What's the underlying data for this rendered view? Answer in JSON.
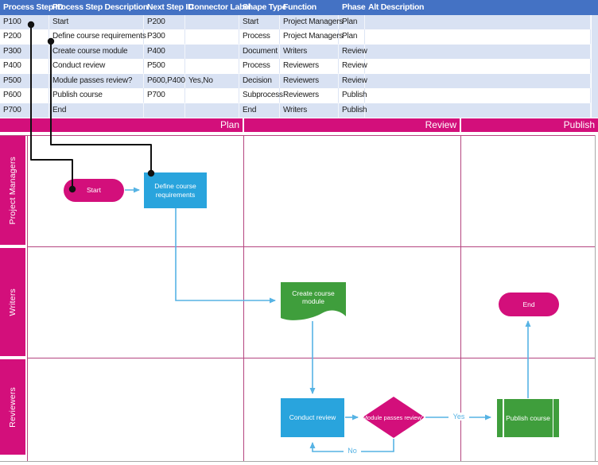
{
  "table": {
    "columns": [
      "Process Step ID",
      "Process Step Description",
      "Next Step ID",
      "Connector Label",
      "Shape Type",
      "Function",
      "Phase",
      "Alt Description"
    ],
    "rows": [
      [
        "P100",
        "Start",
        "P200",
        "",
        "Start",
        "Project Managers",
        "Plan",
        ""
      ],
      [
        "P200",
        "Define course requirements",
        "P300",
        "",
        "Process",
        "Project Managers",
        "Plan",
        ""
      ],
      [
        "P300",
        "Create course module",
        "P400",
        "",
        "Document",
        "Writers",
        "Review",
        ""
      ],
      [
        "P400",
        "Conduct review",
        "P500",
        "",
        "Process",
        "Reviewers",
        "Review",
        ""
      ],
      [
        "P500",
        "Module passes review?",
        "P600,P400",
        "Yes,No",
        "Decision",
        "Reviewers",
        "Review",
        ""
      ],
      [
        "P600",
        "Publish course",
        "P700",
        "",
        "Subprocess",
        "Reviewers",
        "Publish",
        ""
      ],
      [
        "P700",
        "End",
        "",
        "",
        "End",
        "Writers",
        "Publish",
        ""
      ]
    ]
  },
  "phases": {
    "labels": [
      "Plan",
      "Review",
      "Publish"
    ]
  },
  "lanes": {
    "labels": [
      "Project Managers",
      "Writers",
      "Reviewers"
    ]
  },
  "shapes": {
    "start": "Start",
    "define": "Define course requirements",
    "create": "Create course module",
    "conduct": "Conduct review",
    "decision": "Module passes review?",
    "publish": "Publish course",
    "end": "End"
  },
  "connector_labels": {
    "yes": "Yes",
    "no": "No"
  },
  "colors": {
    "header_blue": "#4472c4",
    "row_band_blue": "#d9e2f3",
    "magenta": "#d30f7b",
    "divider_magenta": "#b54580",
    "shape_blue": "#29a4dd",
    "shape_green": "#3f9e3c",
    "connector_blue": "#56b3e4",
    "callout_black": "#111111",
    "frame_gray": "#a8a8a8"
  }
}
